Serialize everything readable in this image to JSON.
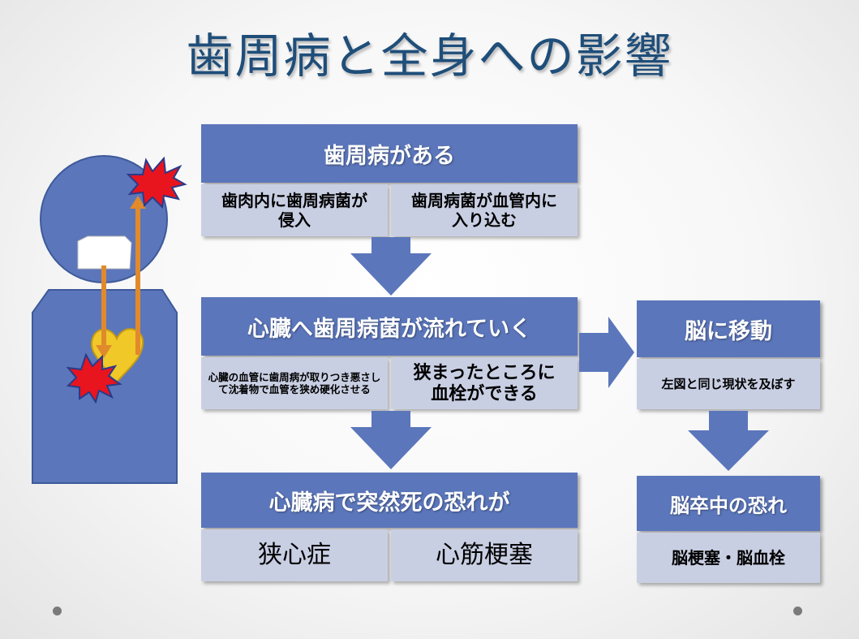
{
  "title": "歯周病と全身への影響",
  "colors": {
    "header": "#5b76bb",
    "sub": "#c9cfe3",
    "figure": "#5b76bb",
    "title": "#1f4e79",
    "heart": "#f0c828",
    "vessel": "#e08a2c",
    "burst": "#e8141e"
  },
  "flow": {
    "step1": {
      "head": "歯周病がある",
      "left": "歯肉内に歯周病菌が侵入",
      "right": "歯周病菌が血管内に入り込む"
    },
    "step2": {
      "head": "心臓へ歯周病菌が流れていく",
      "left": "心臓の血管に歯周病が取りつき悪さして沈着物で血管を狭め硬化させる",
      "right": "狭まったところに血栓ができる"
    },
    "step3": {
      "head": "心臓病で突然死の恐れが",
      "left": "狭心症",
      "right": "心筋梗塞"
    },
    "brain1": {
      "head": "脳に移動",
      "sub": "左図と同じ現状を及ぼす"
    },
    "brain2": {
      "head": "脳卒中の恐れ",
      "sub": "脳梗塞・脳血栓"
    }
  }
}
